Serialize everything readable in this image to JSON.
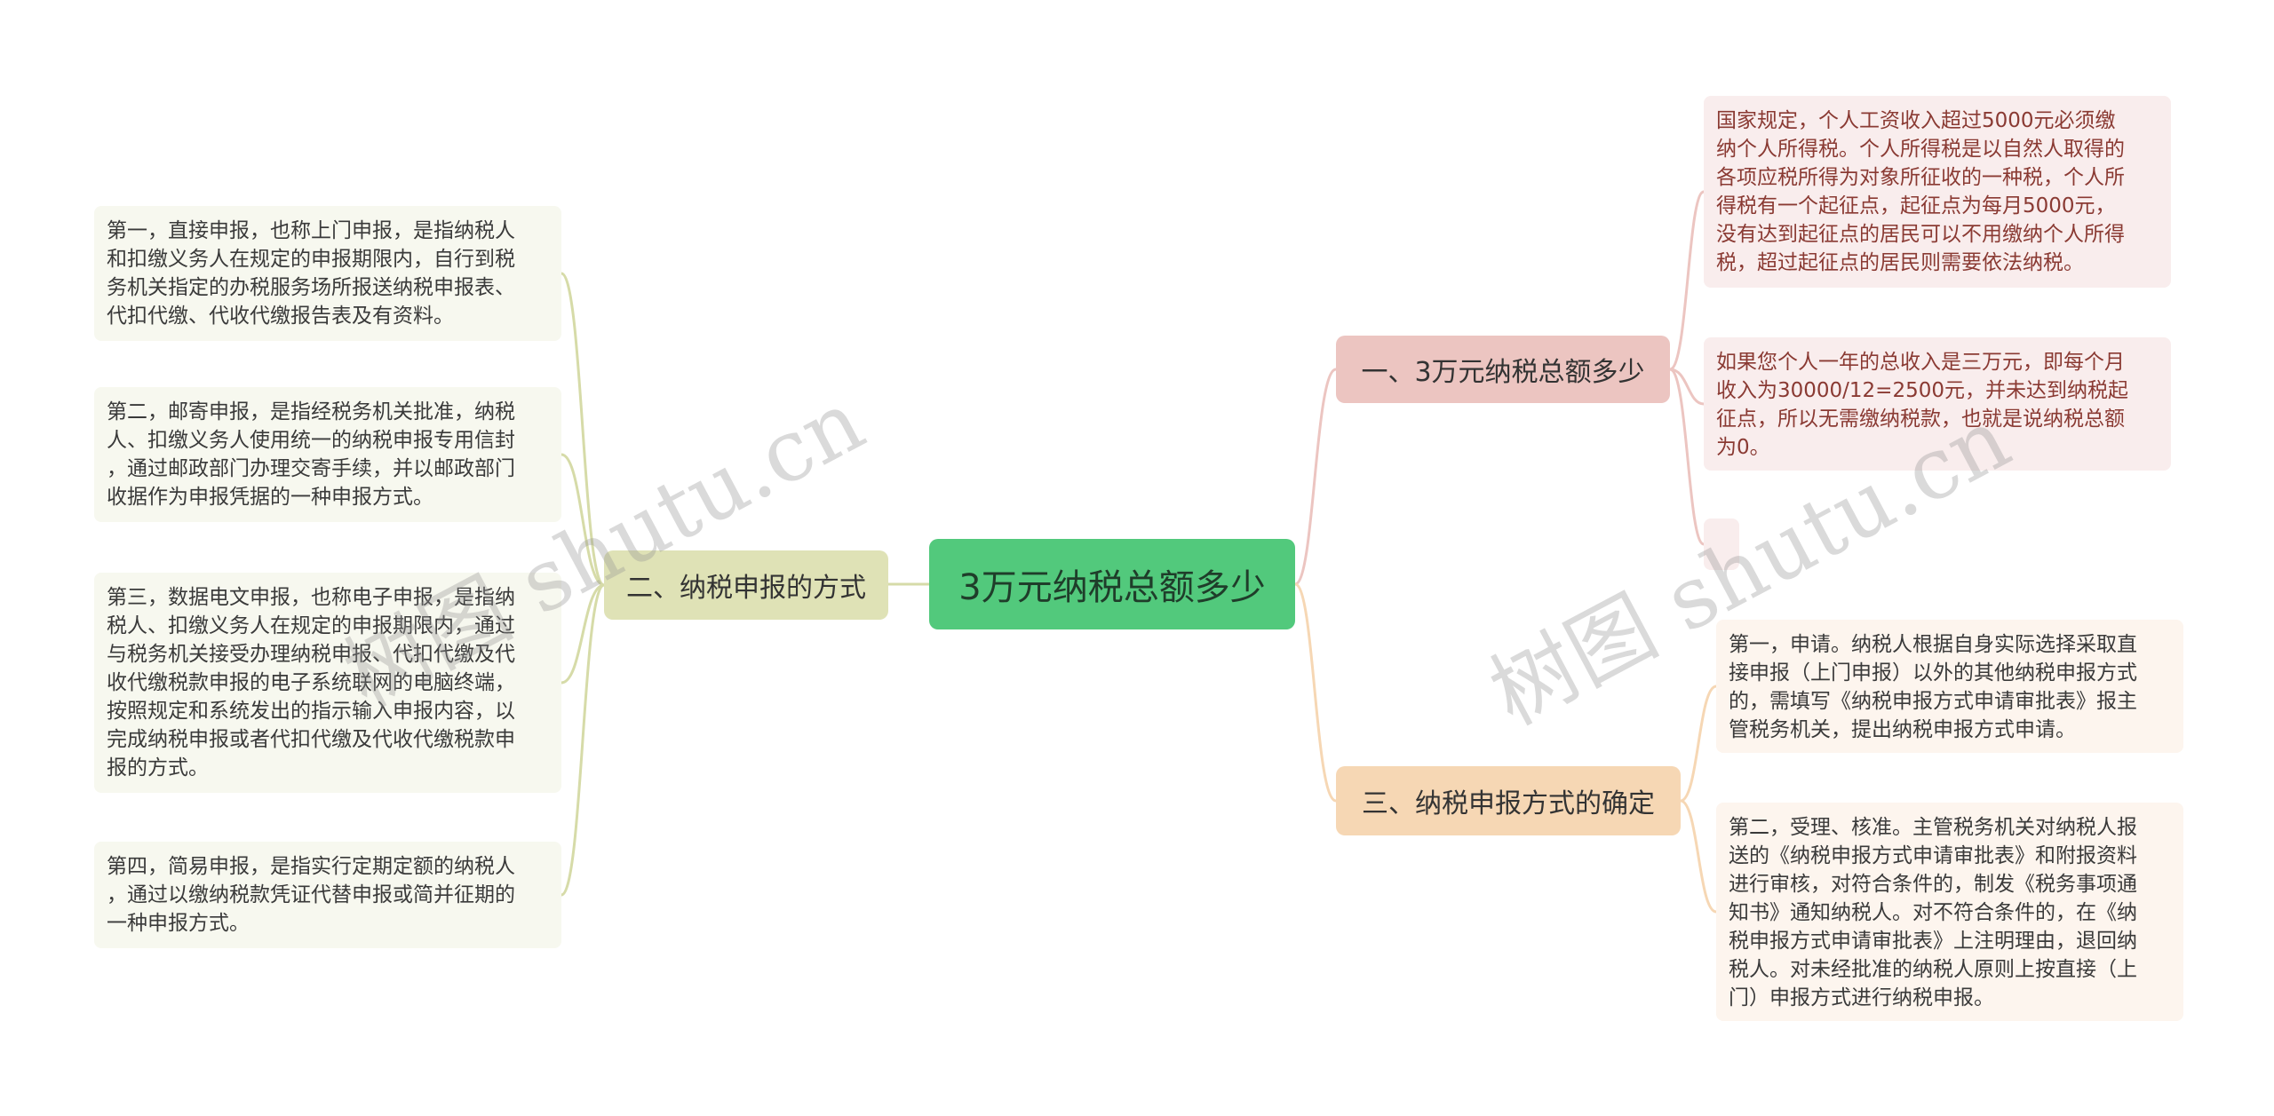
{
  "root": {
    "label": "3万元纳税总额多少"
  },
  "branches": {
    "left": {
      "label": "二、纳税申报的方式"
    },
    "right1": {
      "label": "一、3万元纳税总额多少"
    },
    "right2": {
      "label": "三、纳税申报方式的确定"
    }
  },
  "leaves": {
    "left": [
      "第一，直接申报，也称上门申报，是指纳税人\n和扣缴义务人在规定的申报期限内，自行到税\n务机关指定的办税服务场所报送纳税申报表、\n代扣代缴、代收代缴报告表及有资料。",
      "第二，邮寄申报，是指经税务机关批准，纳税\n人、扣缴义务人使用统一的纳税申报专用信封\n，通过邮政部门办理交寄手续，并以邮政部门\n收据作为申报凭据的一种申报方式。",
      "第三，数据电文申报，也称电子申报，是指纳\n税人、扣缴义务人在规定的申报期限内，通过\n与税务机关接受办理纳税申报、代扣代缴及代\n收代缴税款申报的电子系统联网的电脑终端，\n按照规定和系统发出的指示输入申报内容，以\n完成纳税申报或者代扣代缴及代收代缴税款申\n报的方式。",
      "第四，简易申报，是指实行定期定额的纳税人\n，通过以缴纳税款凭证代替申报或简并征期的\n一种申报方式。"
    ],
    "right1": [
      "国家规定，个人工资收入超过5000元必须缴\n纳个人所得税。个人所得税是以自然人取得的\n各项应税所得为对象所征收的一种税，个人所\n得税有一个起征点，起征点为每月5000元，\n没有达到起征点的居民可以不用缴纳个人所得\n税，超过起征点的居民则需要依法纳税。",
      "如果您个人一年的总收入是三万元，即每个月\n收入为30000/12=2500元，并未达到纳税起\n征点，所以无需缴纳税款，也就是说纳税总额\n为0。"
    ],
    "right2": [
      "第一，申请。纳税人根据自身实际选择采取直\n接申报（上门申报）以外的其他纳税申报方式\n的，需填写《纳税申报方式申请审批表》报主\n管税务机关，提出纳税申报方式申请。",
      "第二，受理、核准。主管税务机关对纳税人报\n送的《纳税申报方式申请审批表》和附报资料\n进行审核，对符合条件的，制发《税务事项通\n知书》通知纳税人。对不符合条件的，在《纳\n税申报方式申请审批表》上注明理由，退回纳\n税人。对未经批准的纳税人原则上按直接（上\n门）申报方式进行纳税申报。"
    ]
  },
  "watermark": {
    "text": "树图 shutu.cn"
  },
  "colors": {
    "root": "#52c97c",
    "left_branch": "#dfe2b6",
    "right1_branch": "#ecc5c1",
    "right2_branch": "#f6d7b4",
    "left_link": "#d6dba8",
    "right1_link": "#ecc5c1",
    "right2_link": "#f6d7b4"
  }
}
